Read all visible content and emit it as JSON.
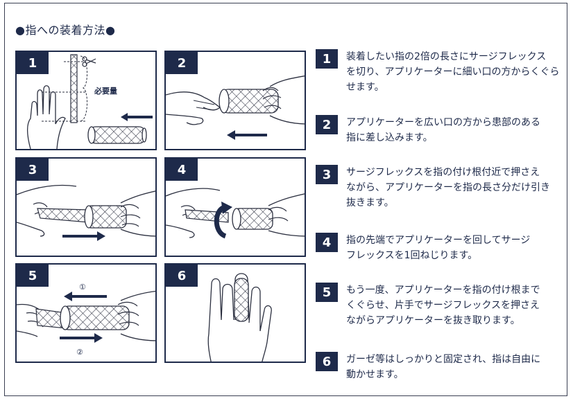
{
  "title": "●指への装着方法●",
  "panels": [
    {
      "num": "1",
      "label": "必要量"
    },
    {
      "num": "2"
    },
    {
      "num": "3"
    },
    {
      "num": "4"
    },
    {
      "num": "5",
      "mark1": "①",
      "mark2": "②"
    },
    {
      "num": "6"
    }
  ],
  "steps": [
    {
      "num": "1",
      "lines": [
        "装着したい指の2倍の長さにサージフレックス",
        "を切り、アプリケーターに細い口の方からくぐら",
        "せます。"
      ]
    },
    {
      "num": "2",
      "lines": [
        "アプリケーターを広い口の方から患部のある",
        "指に差し込みます。"
      ]
    },
    {
      "num": "3",
      "lines": [
        "サージフレックスを指の付け根付近で押さえ",
        "ながら、アプリケーターを指の長さ分だけ引き",
        "抜きます。"
      ]
    },
    {
      "num": "4",
      "lines": [
        "指の先端でアプリケーターを回してサージ",
        "フレックスを1回ねじります。"
      ]
    },
    {
      "num": "5",
      "lines": [
        "もう一度、アプリケーターを指の付け根まで",
        "くぐらせ、片手でサージフレックスを押さえ",
        "ながらアプリケーターを抜き取ります。"
      ]
    },
    {
      "num": "6",
      "lines": [
        "ガーゼ等はしっかりと固定され、指は自由に",
        "動かせます。"
      ]
    }
  ],
  "colors": {
    "navy": "#1e2a4a",
    "line": "#2b2f3f"
  }
}
